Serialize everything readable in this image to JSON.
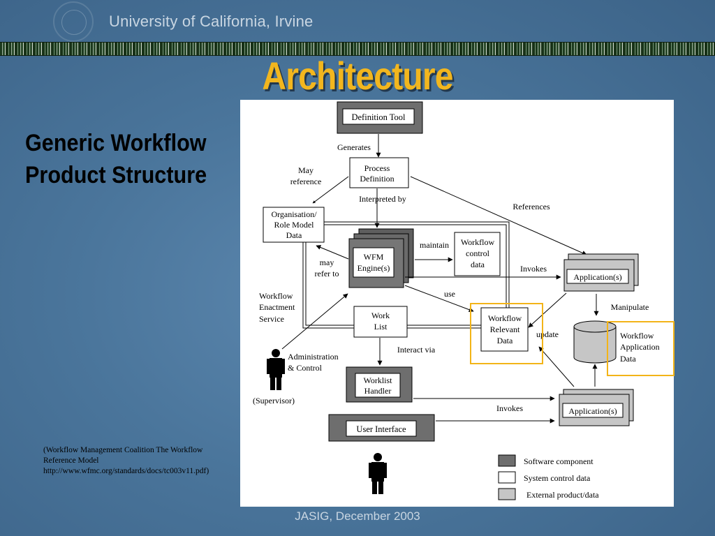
{
  "header": {
    "university": "University of California, Irvine",
    "title": "Architecture"
  },
  "sidebar": {
    "subtitle_line1": "Generic Workflow",
    "subtitle_line2": "Product Structure"
  },
  "citation": {
    "line1": "(Workflow Management Coalition The Workflow",
    "line2": "Reference Model",
    "line3": "http://www.wfmc.org/standards/docs/tc003v11.pdf)"
  },
  "footer": {
    "text": "JASIG, December 2003"
  },
  "diagram": {
    "definition_tool": "Definition Tool",
    "generates": "Generates",
    "process_def_1": "Process",
    "process_def_2": "Definition",
    "may_ref_1": "May",
    "may_ref_2": "reference",
    "interpreted_by": "Interpreted by",
    "references": "References",
    "org_1": "Organisation/",
    "org_2": "Role Model",
    "org_3": "Data",
    "wfm_1": "WFM",
    "wfm_2": "Engine(s)",
    "maintain": "maintain",
    "wcd_1": "Workflow",
    "wcd_2": "control",
    "wcd_3": "data",
    "may_refer_1": "may",
    "may_refer_2": "refer to",
    "invokes_top": "Invokes",
    "app_top": "Application(s)",
    "use": "use",
    "manipulate": "Manipulate",
    "wes_1": "Workflow",
    "wes_2": "Enactment",
    "wes_3": "Service",
    "worklist_1": "Work",
    "worklist_2": "List",
    "wrd_1": "Workflow",
    "wrd_2": "Relevant",
    "wrd_3": "Data",
    "update": "update",
    "wad_1": "Workflow",
    "wad_2": "Application",
    "wad_3": "Data",
    "admin_1": "Administration",
    "admin_2": "& Control",
    "interact_via": "Interact via",
    "supervisor": "(Supervisor)",
    "wh_1": "Worklist",
    "wh_2": "Handler",
    "invokes_bottom": "Invokes",
    "app_bottom": "Application(s)",
    "user_interface": "User Interface",
    "legend_software": "Software component",
    "legend_system": "System control data",
    "legend_external": "External product/data"
  },
  "colors": {
    "title": "#f2b61e",
    "highlight": "#f3b418",
    "software_component": "#6e6e6e",
    "external_product": "#c6c6c6",
    "background": "#4a759b"
  }
}
